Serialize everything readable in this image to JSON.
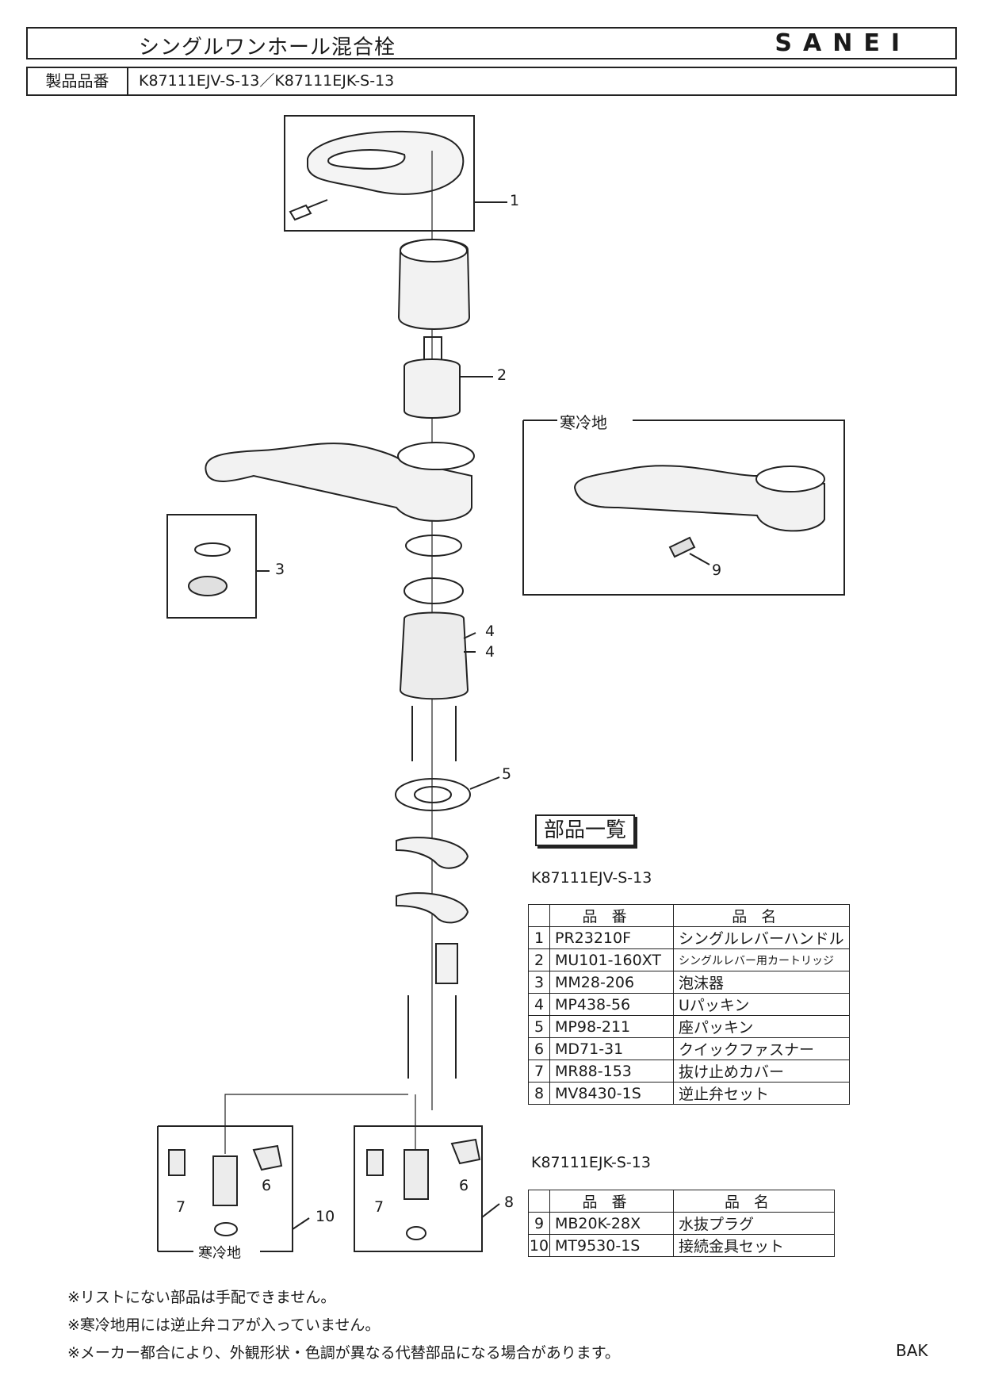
{
  "header": {
    "title": "シングルワンホール混合栓",
    "brand": "SANEI"
  },
  "product": {
    "label": "製品品番",
    "value": "K87111EJV-S-13／K87111EJK-S-13"
  },
  "cold_region_box": {
    "label": "寒冷地"
  },
  "cold_region_bottom": {
    "label": "寒冷地"
  },
  "callouts": [
    "1",
    "2",
    "3",
    "4",
    "4",
    "5",
    "9",
    "6",
    "7",
    "10",
    "6",
    "7",
    "8"
  ],
  "parts_list": {
    "title": "部品一覧",
    "table1_title": "K87111EJV-S-13",
    "table2_title": "K87111EJK-S-13",
    "col_code": "品番",
    "col_name": "品名",
    "table1": [
      {
        "no": "1",
        "code": "PR23210F",
        "name": "シングルレバーハンドル"
      },
      {
        "no": "2",
        "code": "MU101-160XT",
        "name": "シングルレバー用カートリッジ"
      },
      {
        "no": "3",
        "code": "MM28-206",
        "name": "泡沫器"
      },
      {
        "no": "4",
        "code": "MP438-56",
        "name": "Uパッキン"
      },
      {
        "no": "5",
        "code": "MP98-211",
        "name": "座パッキン"
      },
      {
        "no": "6",
        "code": "MD71-31",
        "name": "クイックファスナー"
      },
      {
        "no": "7",
        "code": "MR88-153",
        "name": "抜け止めカバー"
      },
      {
        "no": "8",
        "code": "MV8430-1S",
        "name": "逆止弁セット"
      }
    ],
    "table2": [
      {
        "no": "9",
        "code": "MB20K-28X",
        "name": "水抜プラグ"
      },
      {
        "no": "10",
        "code": "MT9530-1S",
        "name": "接続金具セット"
      }
    ]
  },
  "notes": [
    "※リストにない部品は手配できません。",
    "※寒冷地用には逆止弁コアが入っていません。",
    "※メーカー都合により、外観形状・色調が異なる代替部品になる場合があります。"
  ],
  "footer_code": "BAK"
}
